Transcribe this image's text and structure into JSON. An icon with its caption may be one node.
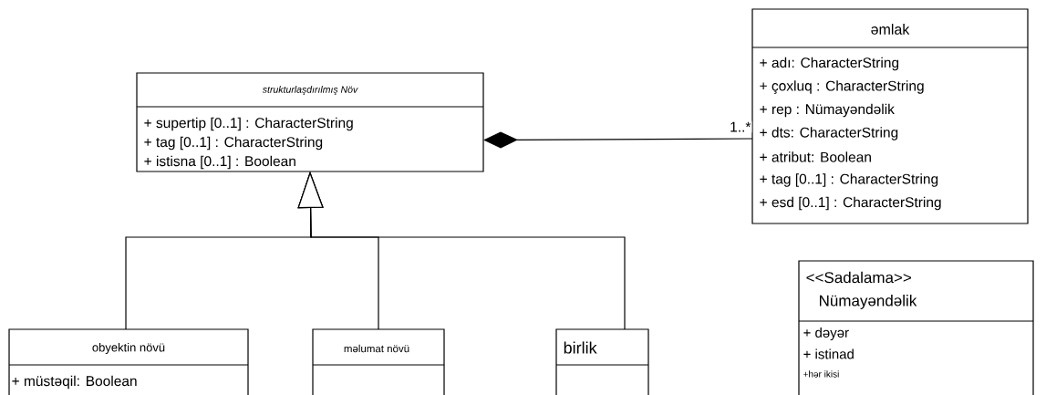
{
  "diagram": {
    "nodes": [
      {
        "text": [
          "strukturlaşdırılmış Növ",
          "+ supertip [0..1] : CharacterString",
          "+ tag [0..1] : CharacterString",
          "+ istisna [0..1] : Boolean"
        ]
      },
      {
        "text": [
          "əmlak",
          "+ adı: CharacterString",
          "+ çoxluq : CharacterString",
          "+ rep : Nümayəndəlik",
          "+ dts: CharacterString",
          "+ atribut: Boolean",
          "+ tag [0..1] : CharacterString",
          "+ esd [0..1] : CharacterString"
        ]
      },
      {
        "text": [
          "obyektin növü",
          "+ müstəqil: Boolean"
        ]
      },
      {
        "text": [
          "məlumat növü"
        ]
      },
      {
        "text": [
          "birlik"
        ]
      },
      {
        "text": [
          "<<Sadalama>>",
          "Nümayəndəlik",
          "+ dəyər",
          "+ istinad",
          "+hər ikisi"
        ]
      }
    ],
    "edges": [
      {
        "from": 1,
        "to": 0,
        "arrow": "other",
        "label": "1..*"
      },
      {
        "from": 2,
        "to": 0,
        "arrow": "to"
      },
      {
        "from": 3,
        "to": 0,
        "arrow": "to"
      },
      {
        "from": 4,
        "to": 0,
        "arrow": "to"
      }
    ]
  }
}
